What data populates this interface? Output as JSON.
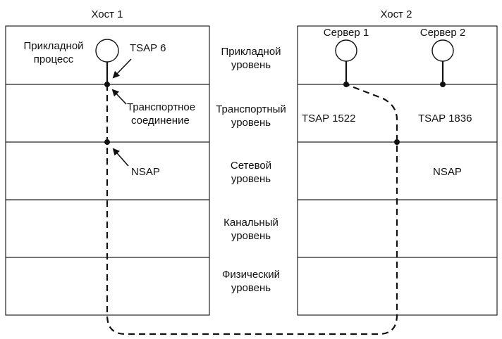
{
  "host1": {
    "title": "Хост 1",
    "process_label_line1": "Прикладной",
    "process_label_line2": "процесс",
    "tsap": "TSAP 6",
    "transport_conn_line1": "Транспортное",
    "transport_conn_line2": "соединение",
    "nsap": "NSAP"
  },
  "host2": {
    "title": "Хост 2",
    "server1": "Сервер 1",
    "server2": "Сервер 2",
    "tsap1": "TSAP 1522",
    "tsap2": "TSAP 1836",
    "nsap": "NSAP"
  },
  "layers": [
    {
      "line1": "Прикладной",
      "line2": "уровень"
    },
    {
      "line1": "Транспортный",
      "line2": "уровень"
    },
    {
      "line1": "Сетевой",
      "line2": "уровень"
    },
    {
      "line1": "Канальный",
      "line2": "уровень"
    },
    {
      "line1": "Физический",
      "line2": "уровень"
    }
  ]
}
